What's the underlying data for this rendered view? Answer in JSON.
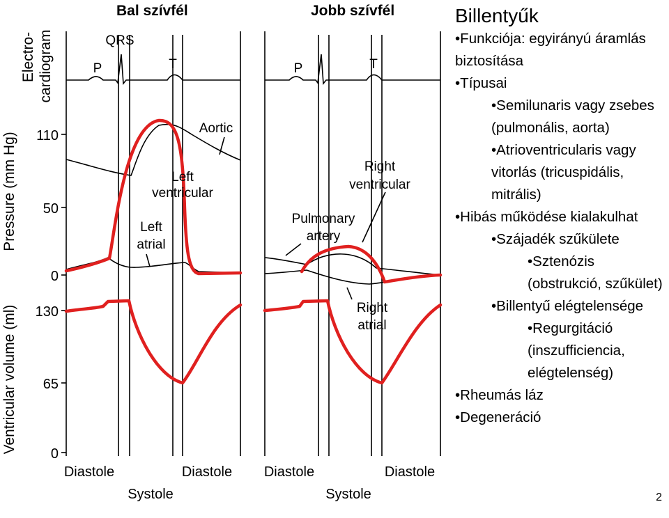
{
  "headers": {
    "left": "Bal szívfél",
    "right": "Jobb szívfél"
  },
  "figure": {
    "ecg_label_line1": "Electro-",
    "ecg_label_line2": "cardiogram",
    "pressure_label": "Pressure (mm Hg)",
    "volume_label": "Ventricular volume (ml)",
    "pressure_ticks": [
      "110",
      "50",
      "0"
    ],
    "volume_ticks": [
      "130",
      "65",
      "0"
    ],
    "ecg_waves": {
      "p": "P",
      "qrs": "QRS",
      "t": "T"
    },
    "curve_labels": {
      "aortic": "Aortic",
      "left_ventricular_1": "Left",
      "left_ventricular_2": "ventricular",
      "left_atrial_1": "Left",
      "left_atrial_2": "atrial",
      "right_ventricular_1": "Right",
      "right_ventricular_2": "ventricular",
      "pulmonary_1": "Pulmonary",
      "pulmonary_2": "artery",
      "right_atrial_1": "Right",
      "right_atrial_2": "atrial"
    },
    "phases": {
      "diastole": "Diastole",
      "systole": "Systole"
    },
    "colors": {
      "ventricle_curve": "#e0201f",
      "line": "#000000"
    }
  },
  "slide": {
    "title": "Billentyűk",
    "bullet": "•",
    "items": [
      {
        "level": 1,
        "lines": [
          "Funkciója: egyirányú áramlás",
          "biztosítása"
        ]
      },
      {
        "level": 1,
        "lines": [
          "Típusai"
        ]
      },
      {
        "level": 2,
        "lines": [
          "Semilunaris vagy zsebes",
          "(pulmonális, aorta)"
        ]
      },
      {
        "level": 2,
        "lines": [
          "Atrioventricularis vagy",
          "vitorlás (tricuspidális,",
          "mitrális)"
        ]
      },
      {
        "level": 1,
        "lines": [
          "Hibás működése kialakulhat"
        ]
      },
      {
        "level": 2,
        "lines": [
          "Szájadék szűkülete"
        ]
      },
      {
        "level": 3,
        "lines": [
          "Sztenózis",
          "(obstrukció, szűkület)"
        ]
      },
      {
        "level": 2,
        "lines": [
          "Billentyű elégtelensége"
        ]
      },
      {
        "level": 3,
        "lines": [
          "Regurgitáció",
          "(inszufficiencia,",
          "elégtelenség)"
        ]
      },
      {
        "level": 1,
        "lines": [
          "Rheumás láz"
        ]
      },
      {
        "level": 1,
        "lines": [
          "Degeneráció"
        ]
      }
    ],
    "page_number": "2"
  }
}
